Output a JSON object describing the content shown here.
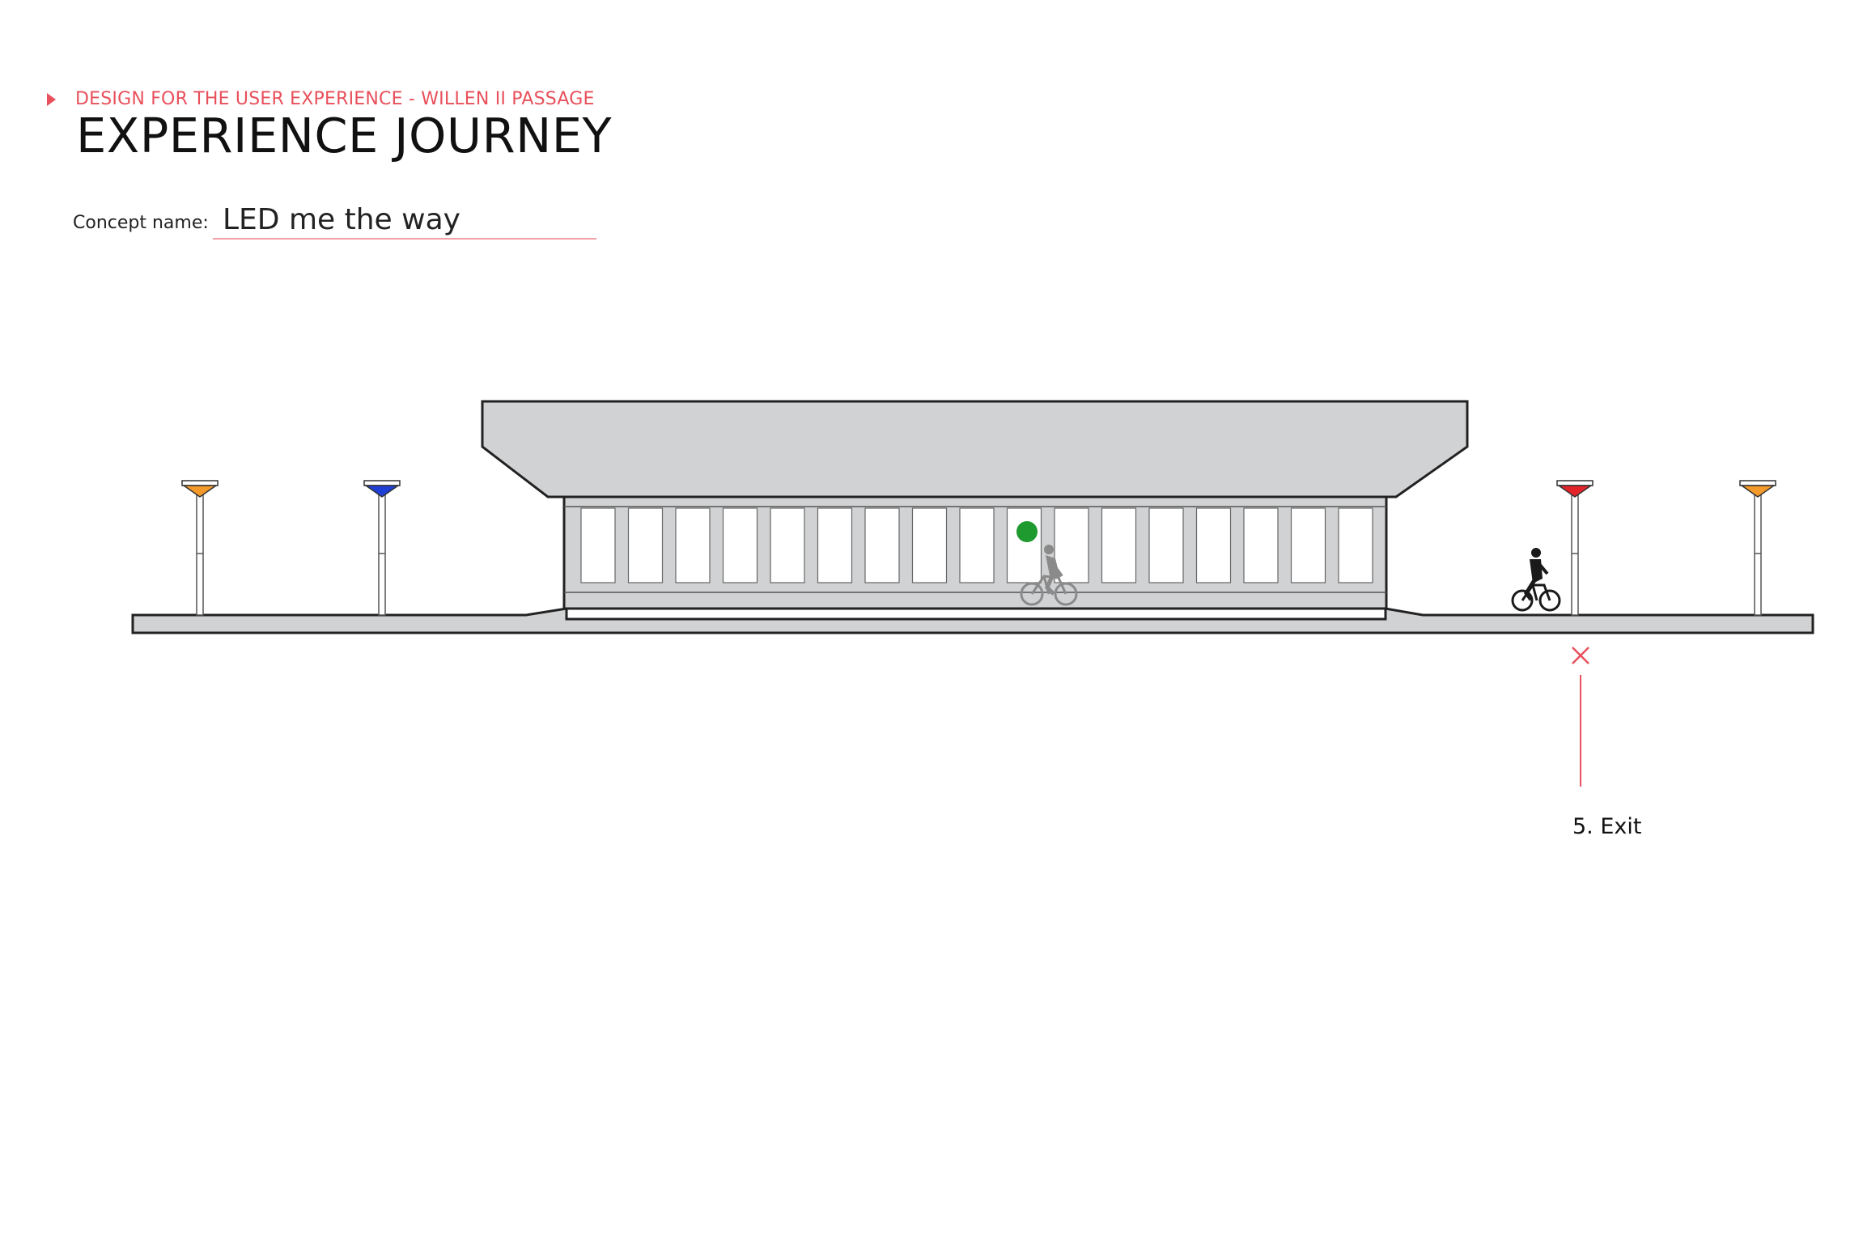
{
  "header": {
    "subtitle": "DESIGN FOR THE USER EXPERIENCE - WILLEN II PASSAGE",
    "title": "EXPERIENCE JOURNEY"
  },
  "concept": {
    "label": "Concept name:",
    "value": "LED me the way"
  },
  "annotation": {
    "exit_label": "5. Exit"
  },
  "colors": {
    "accent": "#e8505b",
    "structure_fill": "#d1d2d4",
    "outline": "#222222",
    "lamp_orange": "#f39a2b",
    "lamp_blue": "#1f3fd6",
    "lamp_red": "#e5232b",
    "led_green": "#1f9a2e",
    "cyclist_grey": "#8a8a8a",
    "cyclist_dark": "#1a1a1a"
  },
  "icons": {
    "subtitle_marker": "triangle-right-icon",
    "exit_marker": "x-mark-icon",
    "cyclist": "cyclist-icon",
    "street_lamp": "street-lamp-icon"
  }
}
